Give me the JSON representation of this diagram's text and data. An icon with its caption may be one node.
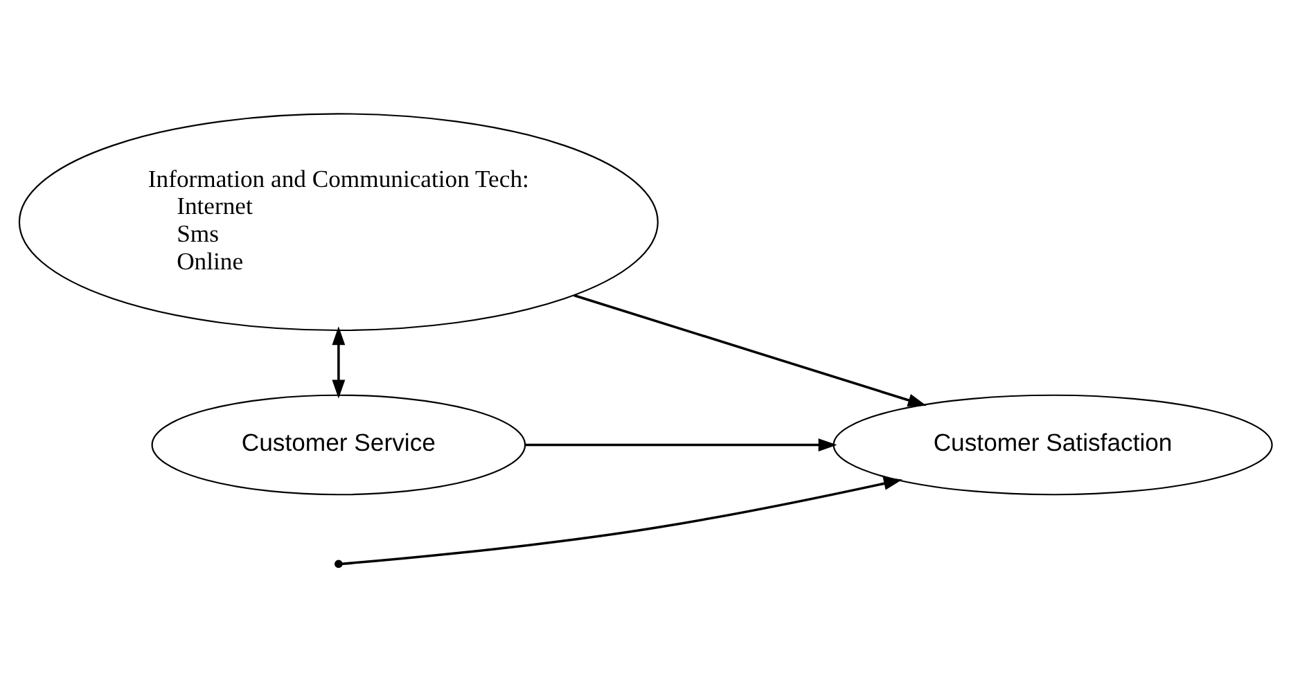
{
  "diagram": {
    "nodes": [
      {
        "text": [
          "Information and Communication Tech:",
          "Internet",
          "Sms",
          "Online"
        ]
      },
      {
        "text": [
          "Customer Satisfaction"
        ]
      },
      {
        "text": [
          "Customer Service"
        ]
      }
    ],
    "edges": [
      {
        "from": 0,
        "to": 1,
        "arrow": "to"
      },
      {
        "from": 0,
        "to": 2,
        "arrow": "both"
      },
      {
        "from": null,
        "to": 1,
        "arrow": "to"
      },
      {
        "from": 2,
        "to": 1,
        "arrow": "to"
      }
    ]
  }
}
